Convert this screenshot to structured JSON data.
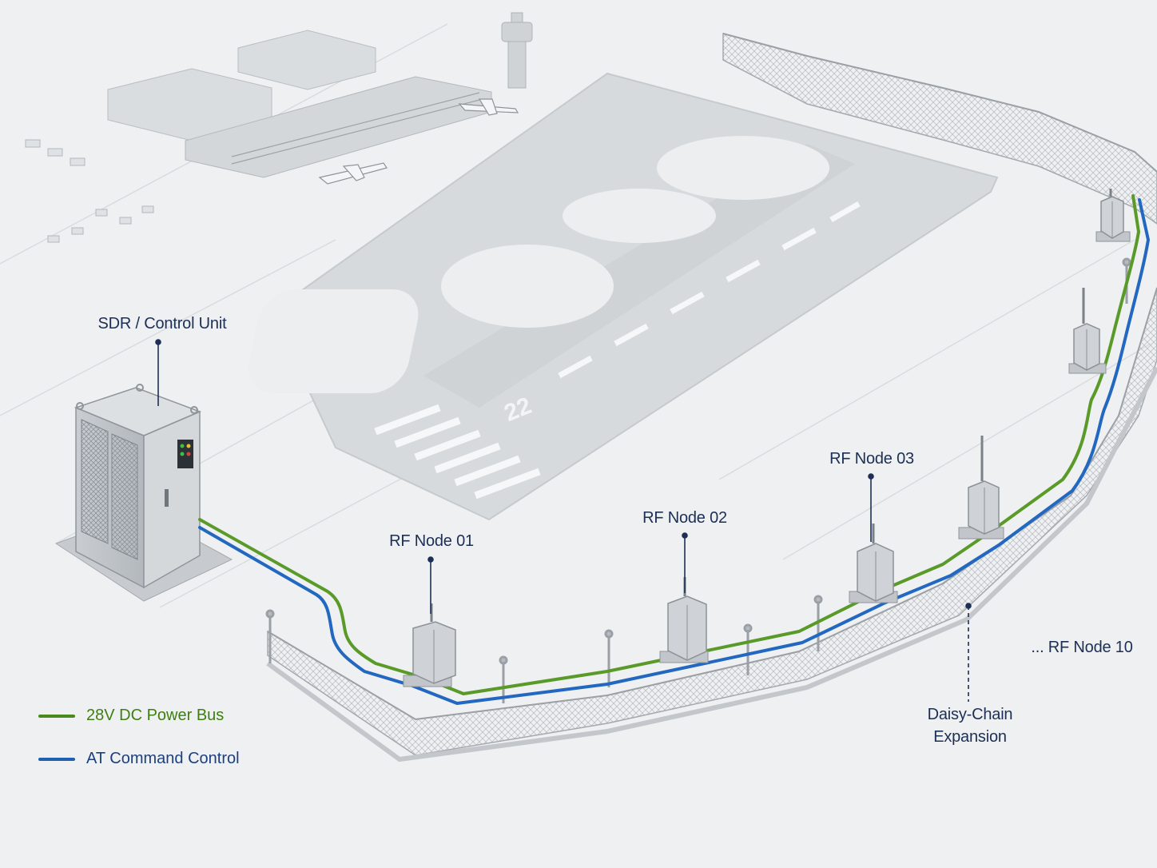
{
  "labels": {
    "control_unit": "SDR / Control Unit",
    "node_01": "RF Node 01",
    "node_02": "RF Node 02",
    "node_03": "RF Node 03",
    "node_10": "... RF Node 10",
    "expansion_line1": "Daisy-Chain",
    "expansion_line2": "Expansion"
  },
  "runway": {
    "marking": "22"
  },
  "legend": [
    {
      "label": "28V DC Power Bus",
      "color": "#4a8a1c"
    },
    {
      "label": "AT Command Control",
      "color": "#1f5fb0"
    }
  ],
  "colors": {
    "power": "#5a9a28",
    "control": "#2368c0",
    "label_text": "#1d2f55",
    "background": "#eef0f2"
  }
}
